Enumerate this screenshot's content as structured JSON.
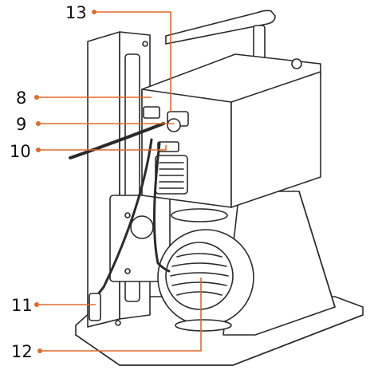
{
  "colors": {
    "leader": "#e06a2c",
    "outline": "#2a2a2a",
    "fill": "#ffffff"
  },
  "callouts": [
    {
      "id": "13",
      "label": "13"
    },
    {
      "id": "8",
      "label": "8"
    },
    {
      "id": "9",
      "label": "9"
    },
    {
      "id": "10",
      "label": "10"
    },
    {
      "id": "11",
      "label": "11"
    },
    {
      "id": "12",
      "label": "12"
    }
  ]
}
